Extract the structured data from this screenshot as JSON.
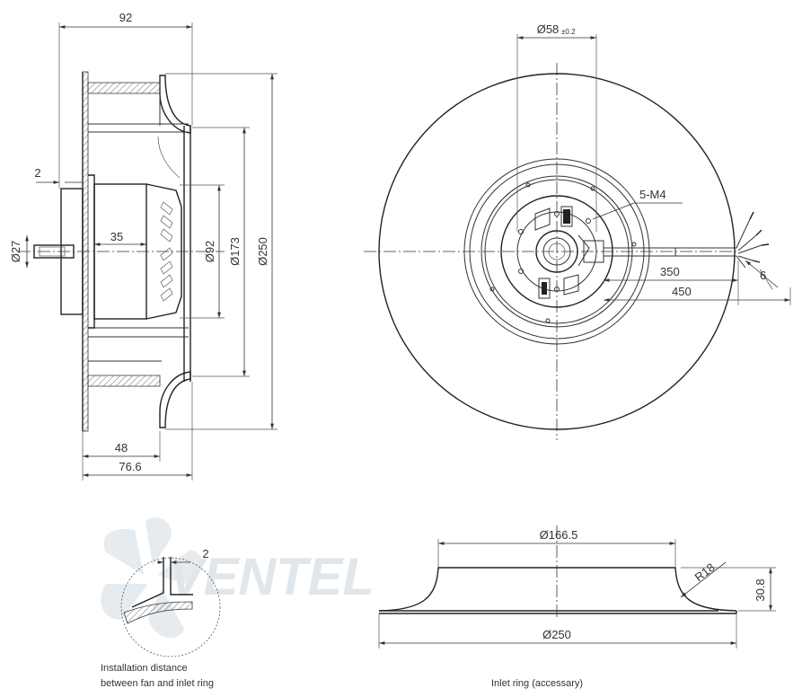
{
  "side_view": {
    "dim_width": "92",
    "dim_gap": "2",
    "dim_shaft_dia": "Ø27",
    "dim_hub_depth": "35",
    "dim_motor_dia": "Ø92",
    "dim_inlet_dia": "Ø173",
    "dim_outer_dia": "Ø250",
    "dim_depth_48": "48",
    "dim_depth_766": "76.6"
  },
  "front_view": {
    "dim_bolt_circle": "Ø58",
    "dim_bolt_tol": "±0.2",
    "dim_threads": "5-M4",
    "dim_cable_350": "350",
    "dim_cable_450": "450",
    "dim_strip": "6"
  },
  "detail_view": {
    "dim_gap": "2",
    "caption_line1": "Installation distance",
    "caption_line2": "between fan and inlet ring"
  },
  "inlet_ring": {
    "dim_inner_dia": "Ø166.5",
    "dim_radius": "R18",
    "dim_height": "30.8",
    "dim_outer_dia": "Ø250",
    "caption": "Inlet ring  (accessary)"
  },
  "watermark": {
    "text": "VENTEL",
    "color_main": "#c9d3dc",
    "color_accent": "#bcd8ee"
  }
}
